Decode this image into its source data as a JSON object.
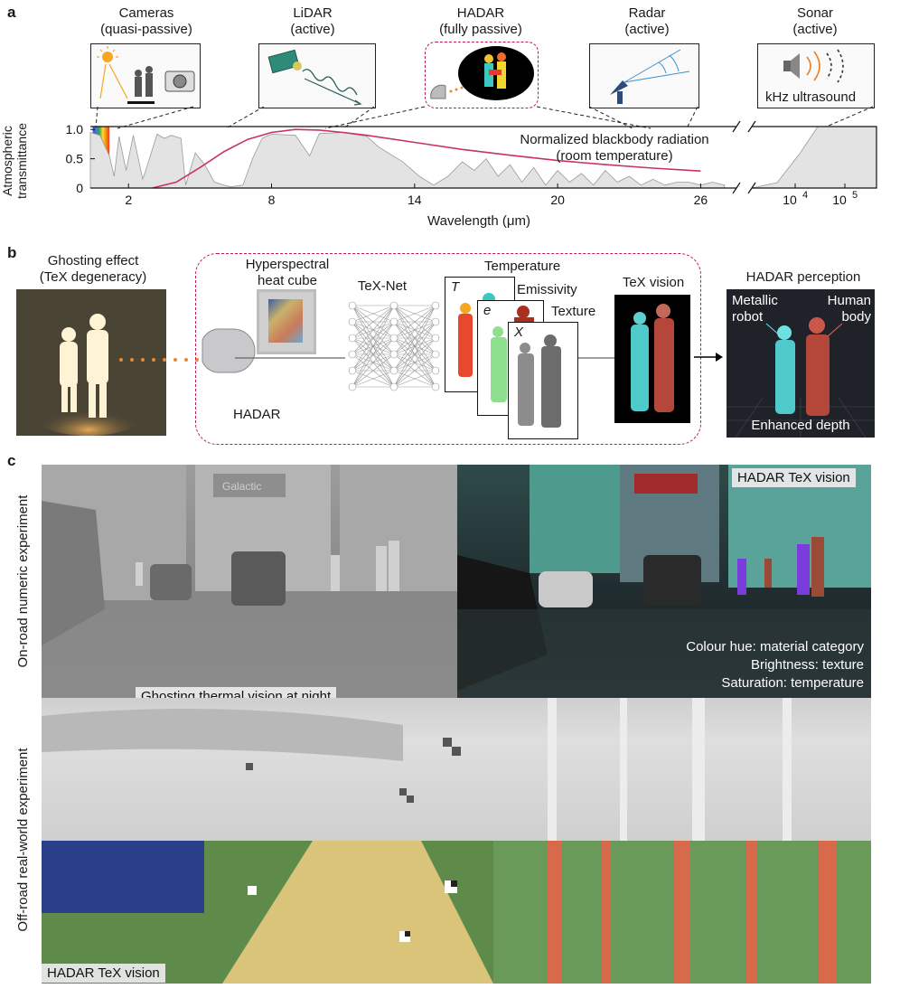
{
  "panel_a": {
    "letter": "a",
    "sensors": [
      {
        "name": "Cameras",
        "mode": "(quasi-passive)"
      },
      {
        "name": "LiDAR",
        "mode": "(active)"
      },
      {
        "name": "HADAR",
        "mode": "(fully passive)"
      },
      {
        "name": "Radar",
        "mode": "(active)"
      },
      {
        "name": "Sonar",
        "mode": "(active)"
      }
    ],
    "sonar_caption": "kHz ultrasound",
    "chart_annotation_line1": "Normalized blackbody radiation",
    "chart_annotation_line2": "(room temperature)",
    "chart_data": {
      "type": "line",
      "ylabel_line1": "Atmospheric",
      "ylabel_line2": "transmittance",
      "xlabel": "Wavelength (μm)",
      "y_ticks": [
        "0",
        "0.5",
        "1.0"
      ],
      "ylim": [
        0,
        1.05
      ],
      "x_ticks_linear": [
        "2",
        "8",
        "14",
        "20",
        "26"
      ],
      "x_ticks_log_base": "10",
      "x_ticks_log_exp": [
        "4",
        "5"
      ],
      "xlim_linear": [
        0.4,
        27.5
      ],
      "series": [
        {
          "x": [
            0.4,
            0.8,
            1.2,
            1.4,
            1.6,
            1.9,
            2.2,
            2.6,
            2.8,
            3.2,
            3.5,
            3.8,
            4.2,
            4.4,
            4.8,
            5.2,
            5.6,
            6.0,
            6.3,
            6.8,
            7.2,
            7.6,
            8.0,
            9.0,
            9.6,
            10.0,
            11.0,
            12.0,
            12.5,
            13.5,
            14.2,
            14.8,
            15.4,
            16.0,
            16.5,
            17.0,
            17.5,
            18.0,
            18.5,
            19.0,
            19.5,
            20.0,
            20.5,
            21.0,
            21.5,
            22.0,
            22.5,
            23.0,
            23.5,
            24.0,
            24.5,
            25.0,
            25.5,
            26.0,
            26.5,
            27.0
          ],
          "y": [
            0.95,
            0.9,
            0.55,
            0.2,
            0.88,
            0.3,
            0.9,
            0.15,
            0.4,
            0.92,
            0.85,
            0.9,
            0.85,
            0.05,
            0.6,
            0.4,
            0.1,
            0.05,
            0.02,
            0.05,
            0.5,
            0.85,
            0.92,
            0.9,
            0.55,
            0.93,
            0.95,
            0.88,
            0.7,
            0.45,
            0.2,
            0.05,
            0.2,
            0.45,
            0.3,
            0.5,
            0.2,
            0.4,
            0.1,
            0.35,
            0.05,
            0.3,
            0.1,
            0.25,
            0.05,
            0.3,
            0.1,
            0.2,
            0.05,
            0.15,
            0.05,
            0.1,
            0.1,
            0.05,
            0.1,
            0.05
          ]
        },
        {
          "x": [
            3,
            4,
            5,
            6,
            7,
            8,
            9,
            10,
            11,
            12,
            14,
            16,
            18,
            20,
            22,
            24,
            26
          ],
          "y": [
            0.0,
            0.1,
            0.35,
            0.62,
            0.83,
            0.95,
            1.0,
            0.99,
            0.95,
            0.9,
            0.78,
            0.66,
            0.56,
            0.47,
            0.4,
            0.34,
            0.29
          ]
        }
      ]
    }
  },
  "panel_b": {
    "letter": "b",
    "ghost_title_line1": "Ghosting effect",
    "ghost_title_line2": "(TeX degeneracy)",
    "cube_label_line1": "Hyperspectral",
    "cube_label_line2": "heat cube",
    "hadar_label": "HADAR",
    "texnet_label": "TeX-Net",
    "temperature_label": "Temperature",
    "emissivity_label": "Emissivity",
    "texture_label": "Texture",
    "t_symbol": "T",
    "e_symbol": "e",
    "x_symbol": "X",
    "texvision_label": "TeX vision",
    "perception_label": "HADAR perception",
    "metallic_line1": "Metallic",
    "metallic_line2": "robot",
    "human_line1": "Human",
    "human_line2": "body",
    "depth_label": "Enhanced depth"
  },
  "panel_c": {
    "letter": "c",
    "onroad_label": "On-road numeric experiment",
    "offroad_label": "Off-road real-world experiment",
    "tex_vision_tag": "HADAR TeX vision",
    "legend_line1": "Colour hue: material category",
    "legend_line2": "Brightness: texture",
    "legend_line3": "Saturation: temperature",
    "ghosting_tag": "Ghosting thermal vision at night",
    "offroad_tag": "HADAR TeX vision",
    "sign_text": "Galactic"
  },
  "colors": {
    "accent_magenta": "#c2185b",
    "curve": "#c8345f",
    "transmittance_fill": "#e3e3e3",
    "cyan_robot": "#4fc9c9",
    "red_human": "#b5473a"
  }
}
